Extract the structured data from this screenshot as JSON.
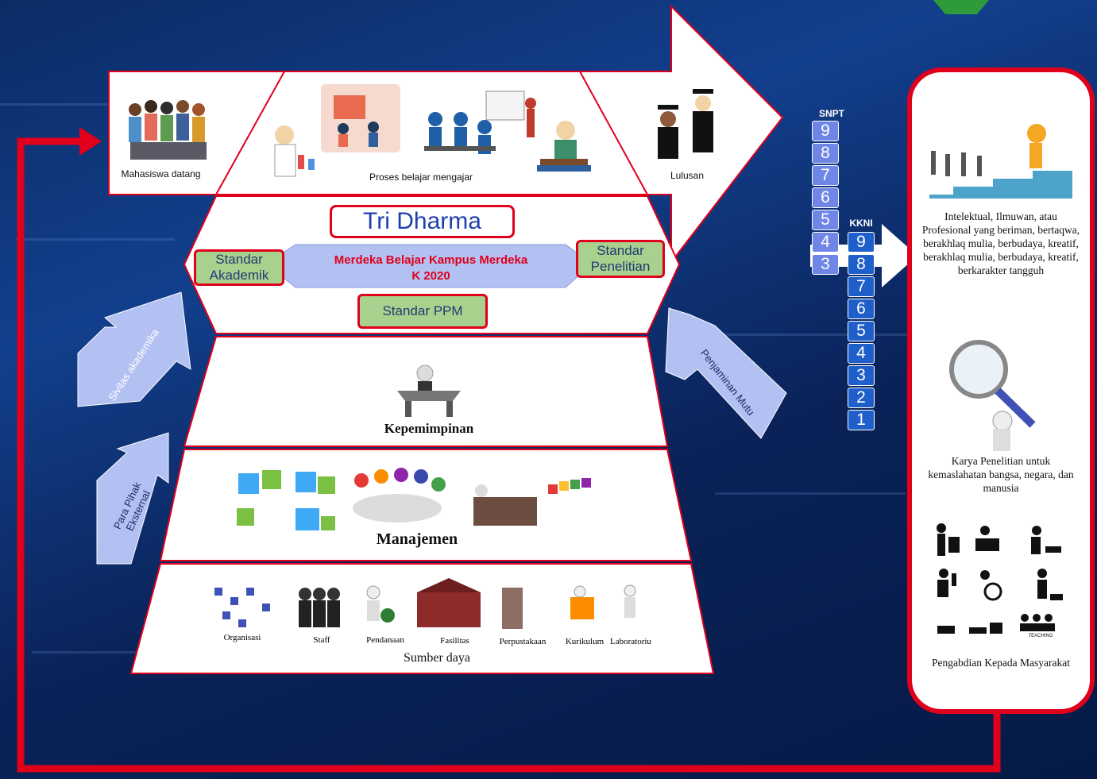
{
  "tiers": {
    "top": {
      "mahasiswa": "Mahasiswa datang",
      "proses": "Proses belajar mengajar",
      "lulusan": "Lulusan"
    },
    "tri_dharma": {
      "title": "Tri Dharma",
      "standar_akademik": "Standar Akademik",
      "standar_penelitian": "Standar Penelitian",
      "merdeka_line1": "Merdeka Belajar Kampus Merdeka",
      "merdeka_line2": "K 2020",
      "standar_ppm": "Standar PPM"
    },
    "kepemimpinan": "Kepemimpinan",
    "manajemen": "Manajemen",
    "sumber_daya": {
      "title": "Sumber daya",
      "items": [
        "Organisasi",
        "Staff",
        "Pendanaan",
        "Fasilitas",
        "Perpustakaan",
        "Kurikulum",
        "Laboratoriu"
      ]
    }
  },
  "side_arrows": {
    "sivitas": "Sivitas akademika",
    "para_pihak_line1": "Para Pihak",
    "para_pihak_line2": "Eksternal",
    "penjaminan": "Penjaminan Mutu"
  },
  "ladders": {
    "snpt_label": "SNPT",
    "snpt": [
      "9",
      "8",
      "7",
      "6",
      "5",
      "4",
      "3"
    ],
    "kkni_label": "KKNI",
    "kkni": [
      "9",
      "8",
      "7",
      "6",
      "5",
      "4",
      "3",
      "2",
      "1"
    ]
  },
  "outcomes": {
    "intelektual": "Intelektual, Ilmuwan, atau Profesional yang beriman, bertaqwa, berakhlaq mulia, berbudaya, kreatif, berakhlaq mulia, berbudaya, kreatif, berkarakter tangguh",
    "penelitian": "Karya Penelitian untuk kemaslahatan bangsa, negara, dan manusia",
    "teaching": "TEACHING",
    "pengabdian": "Pengabdian Kepada Masyarakat"
  },
  "colors": {
    "feedback_loop": "#e0001b",
    "tier_fill": "#ffffff",
    "side_arrow": "#b3c0f2",
    "snpt_box": "#6f86e6",
    "kkni_box": "#1f5fc9",
    "standard_box": "#a9d18e"
  }
}
